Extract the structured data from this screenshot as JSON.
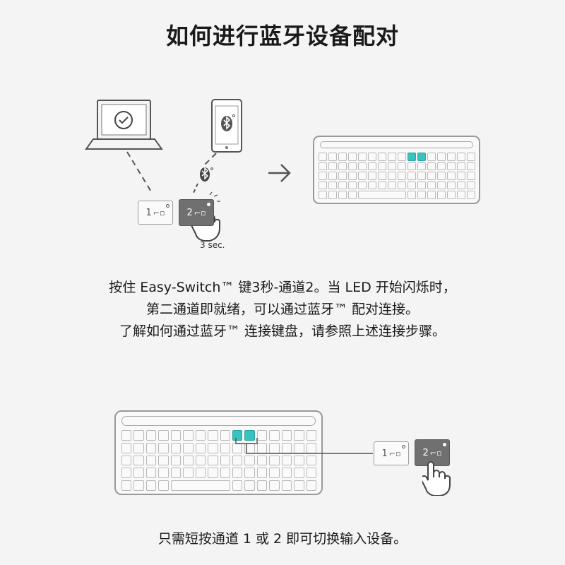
{
  "title": "如何进行蓝牙设备配对",
  "section1": {
    "channel1_label": "1",
    "channel2_label": "2",
    "hold_label": "3 sec.",
    "instructions": [
      "按住 Easy-Switch™ 键3秒-通道2。当 LED 开始闪烁时，",
      "第二通道即就绪，可以通过蓝牙™ 配对连接。",
      "了解如何通过蓝牙™ 连接键盘，请参照上述连接步骤。"
    ]
  },
  "section2": {
    "channel1_label": "1",
    "channel2_label": "2",
    "instruction": "只需短按通道 1 或 2 即可切换输入设备。"
  },
  "colors": {
    "accent_teal": "#38c3c0",
    "dark_button": "#707070",
    "background": "#f4f4f4"
  }
}
